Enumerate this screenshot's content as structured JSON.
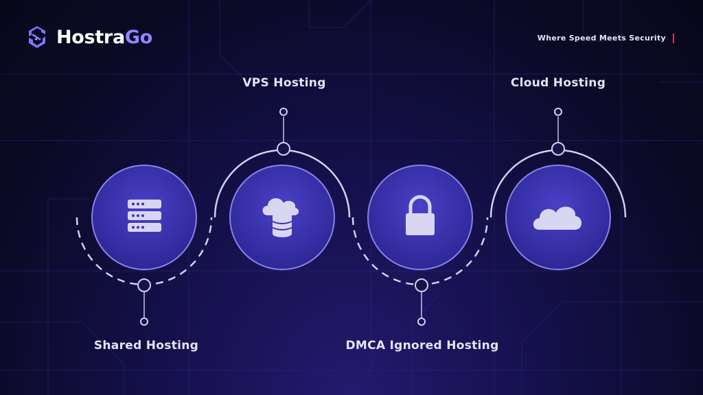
{
  "header": {
    "brand_left": "Hostra",
    "brand_right": "Go",
    "tagline": "Where Speed Meets Security"
  },
  "services": [
    {
      "label": "Shared Hosting",
      "icon": "server-rack-icon"
    },
    {
      "label": "VPS Hosting",
      "icon": "cloud-database-icon"
    },
    {
      "label": "DMCA Ignored Hosting",
      "icon": "padlock-icon"
    },
    {
      "label": "Cloud Hosting",
      "icon": "cloud-icon"
    }
  ],
  "colors": {
    "accent": "#8f86ff",
    "circle_fill": "#3b32b0",
    "tagline_bar": "#e3344a"
  }
}
